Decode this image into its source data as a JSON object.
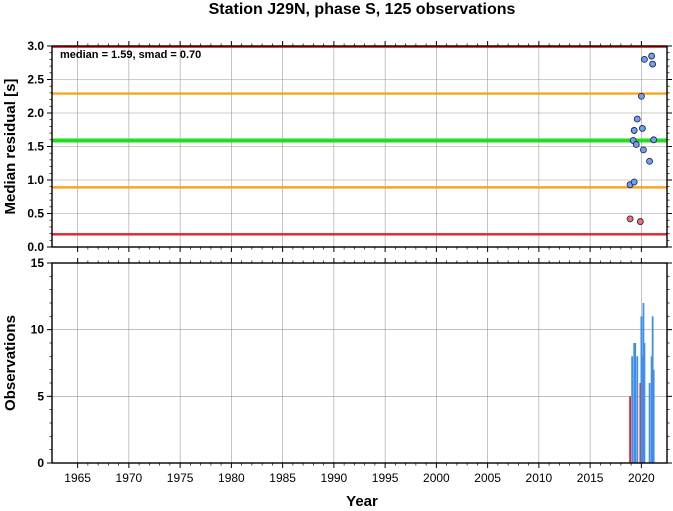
{
  "chart_data": {
    "title": "Station J29N, phase S, 125 observations",
    "stats_label": "median = 1.59, smad = 0.70",
    "xlabel": "Year",
    "xlim": [
      1962.5,
      2022.5
    ],
    "x_ticks": [
      1965,
      1970,
      1975,
      1980,
      1985,
      1990,
      1995,
      2000,
      2005,
      2010,
      2015,
      2020
    ],
    "grid": true,
    "panels": [
      {
        "type": "scatter",
        "ylabel": "Median residual [s]",
        "ylim": [
          0,
          3.0
        ],
        "y_ticks": [
          0.0,
          0.5,
          1.0,
          1.5,
          2.0,
          2.5,
          3.0
        ],
        "y_tick_labels": [
          "0.0",
          "0.5",
          "1.0",
          "1.5",
          "2.0",
          "2.5",
          "3.0"
        ],
        "reference_lines": [
          {
            "y": 0.19,
            "color": "#e8202a"
          },
          {
            "y": 0.89,
            "color": "#f5a623"
          },
          {
            "y": 1.59,
            "color": "#22dd22"
          },
          {
            "y": 2.29,
            "color": "#f5a623"
          },
          {
            "y": 2.99,
            "color": "#e8202a"
          }
        ],
        "points": [
          {
            "x": 2018.9,
            "y": 0.42,
            "color": "#f07070"
          },
          {
            "x": 2019.9,
            "y": 0.38,
            "color": "#f07070"
          },
          {
            "x": 2018.9,
            "y": 0.93,
            "color": "#6f9ff0"
          },
          {
            "x": 2019.3,
            "y": 0.97,
            "color": "#6f9ff0"
          },
          {
            "x": 2019.2,
            "y": 1.59,
            "color": "#6f9ff0"
          },
          {
            "x": 2019.3,
            "y": 1.74,
            "color": "#6f9ff0"
          },
          {
            "x": 2019.5,
            "y": 1.53,
            "color": "#6f9ff0"
          },
          {
            "x": 2019.6,
            "y": 1.91,
            "color": "#6f9ff0"
          },
          {
            "x": 2020.0,
            "y": 2.25,
            "color": "#6f9ff0"
          },
          {
            "x": 2020.1,
            "y": 1.77,
            "color": "#6f9ff0"
          },
          {
            "x": 2020.2,
            "y": 1.45,
            "color": "#6f9ff0"
          },
          {
            "x": 2020.3,
            "y": 2.8,
            "color": "#6f9ff0"
          },
          {
            "x": 2020.8,
            "y": 1.28,
            "color": "#6f9ff0"
          },
          {
            "x": 2021.0,
            "y": 2.85,
            "color": "#6f9ff0"
          },
          {
            "x": 2021.1,
            "y": 2.73,
            "color": "#6f9ff0"
          },
          {
            "x": 2021.2,
            "y": 1.6,
            "color": "#6f9ff0"
          }
        ]
      },
      {
        "type": "bar",
        "ylabel": "Observations",
        "ylim": [
          0,
          15
        ],
        "y_ticks": [
          0,
          5,
          10,
          15
        ],
        "y_tick_labels": [
          "0",
          "5",
          "10",
          "15"
        ],
        "bars": [
          {
            "x": 2018.9,
            "value": 5,
            "color": "#e8202a"
          },
          {
            "x": 2019.1,
            "value": 8,
            "color": "#3f8fe8"
          },
          {
            "x": 2019.3,
            "value": 9,
            "color": "#3f8fe8"
          },
          {
            "x": 2019.4,
            "value": 9,
            "color": "#3f8fe8"
          },
          {
            "x": 2019.6,
            "value": 8,
            "color": "#3f8fe8"
          },
          {
            "x": 2019.9,
            "value": 6,
            "color": "#e8202a"
          },
          {
            "x": 2020.0,
            "value": 11,
            "color": "#3f8fe8"
          },
          {
            "x": 2020.1,
            "value": 8,
            "color": "#3f8fe8"
          },
          {
            "x": 2020.2,
            "value": 12,
            "color": "#3f8fe8"
          },
          {
            "x": 2020.3,
            "value": 9,
            "color": "#3f8fe8"
          },
          {
            "x": 2020.8,
            "value": 6,
            "color": "#3f8fe8"
          },
          {
            "x": 2021.0,
            "value": 8,
            "color": "#3f8fe8"
          },
          {
            "x": 2021.1,
            "value": 11,
            "color": "#3f8fe8"
          },
          {
            "x": 2021.2,
            "value": 7,
            "color": "#3f8fe8"
          }
        ]
      }
    ]
  }
}
